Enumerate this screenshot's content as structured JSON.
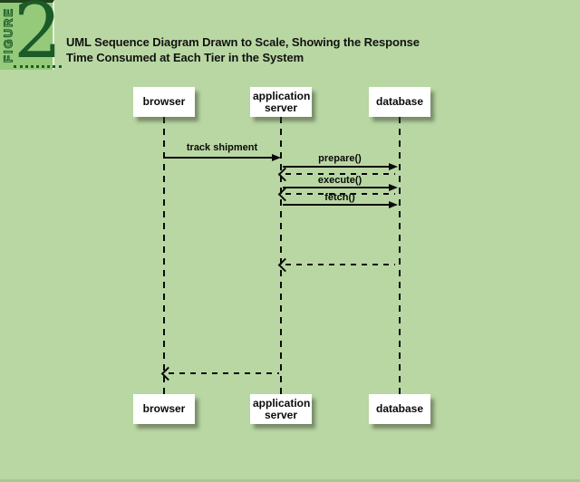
{
  "figure_badge": {
    "label": "FIGURE",
    "number": "2"
  },
  "title": {
    "line1": "UML Sequence Diagram Drawn to Scale, Showing the Response",
    "line2": "Time Consumed at Each Tier in the System"
  },
  "actors": {
    "browser": "browser",
    "application_server": "application server",
    "database": "database"
  },
  "messages": {
    "track_shipment": "track shipment",
    "prepare": "prepare()",
    "execute": "execute()",
    "fetch": "fetch()"
  },
  "colors": {
    "background": "#b9d7a3",
    "badge_green": "#94ca7a",
    "dark_green": "#1c5b28",
    "box_fill": "#ffffff",
    "line": "#0a0a0a"
  }
}
